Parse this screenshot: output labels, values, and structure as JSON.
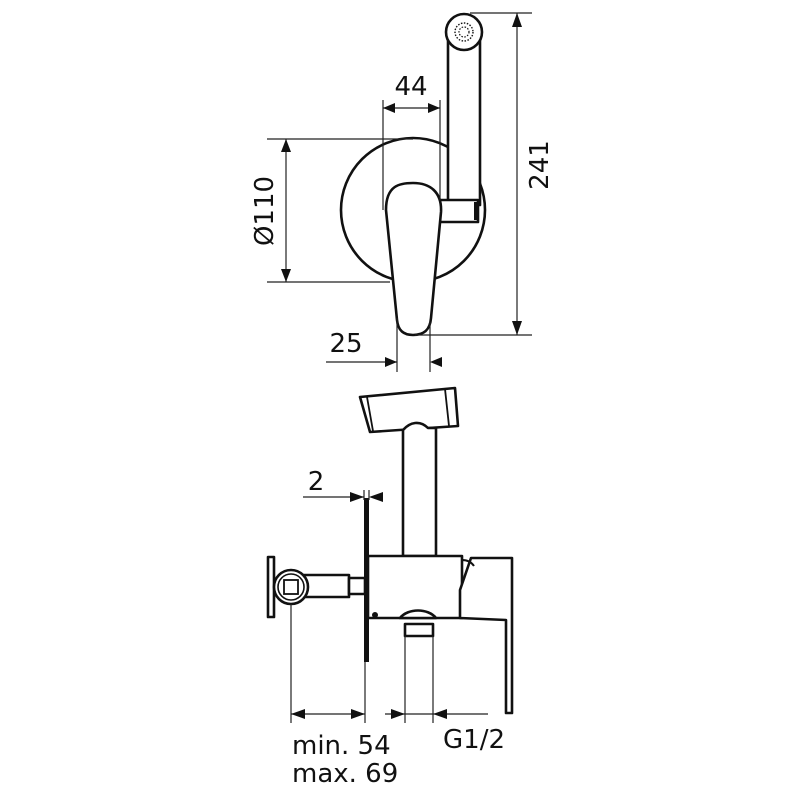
{
  "drawing": {
    "top_view": {
      "dimensions": {
        "handle_offset": "44",
        "plate_diameter": "Ø110",
        "total_height": "241",
        "handle_width": "25"
      }
    },
    "side_view": {
      "dimensions": {
        "plate_thickness": "2",
        "depth_min": "min. 54",
        "depth_max": "max. 69",
        "connection_thread": "G1/2"
      }
    }
  }
}
